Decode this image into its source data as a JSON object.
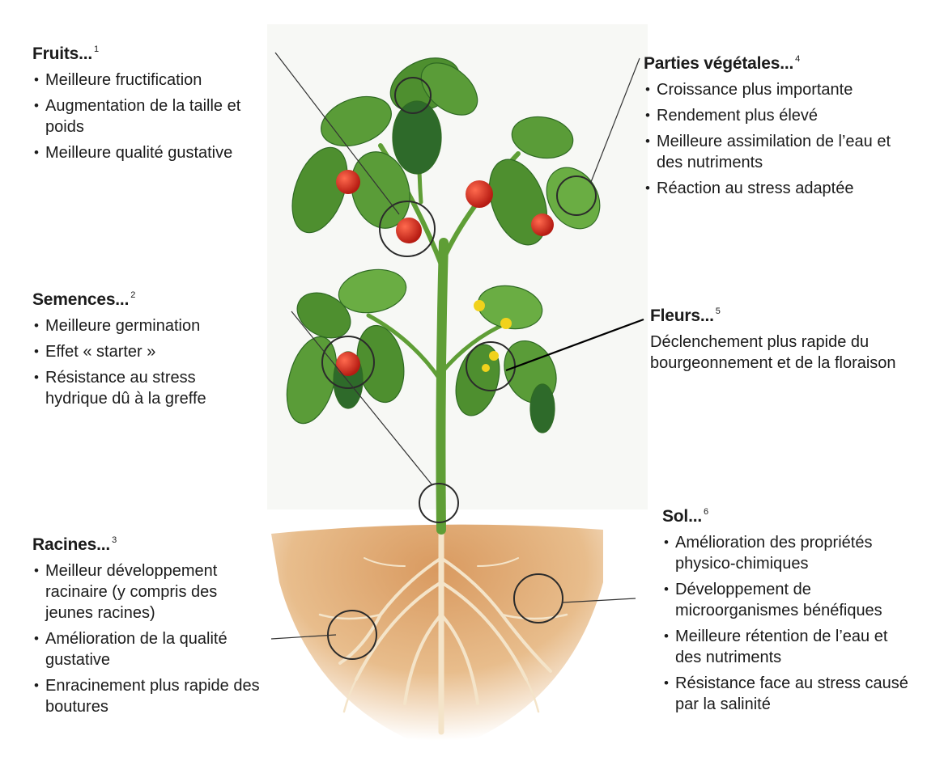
{
  "sections": {
    "fruits": {
      "title": "Fruits...",
      "note": "1",
      "items": [
        "Meilleure fructification",
        "Augmentation de la taille et poids",
        "Meilleure qualité gustative"
      ]
    },
    "semences": {
      "title": "Semences...",
      "note": "2",
      "items": [
        "Meilleure germination",
        "Effet « starter »",
        "Résistance au stress hydrique dû à la greffe"
      ]
    },
    "racines": {
      "title": "Racines...",
      "note": "3",
      "items": [
        "Meilleur développement racinaire (y compris des jeunes racines)",
        "Amélioration de la qualité gustative",
        "Enracinement plus rapide des boutures"
      ]
    },
    "parties": {
      "title": "Parties végétales...",
      "note": "4",
      "items": [
        "Croissance plus importante",
        "Rendement plus élevé",
        "Meilleure assimilation de l’eau et des nutriments",
        "Réaction au stress adaptée"
      ]
    },
    "fleurs": {
      "title": "Fleurs...",
      "note": "5",
      "text": "Déclenchement plus rapide du bourgeonnement et de la floraison"
    },
    "sol": {
      "title": "Sol...",
      "note": "6",
      "items": [
        "Amélioration des propriétés physico-chimiques",
        "Développement de microorganismes bénéfiques",
        "Meilleure rétention de l’eau et des nutriments",
        "Résistance face au stress causé par la salinité"
      ]
    }
  },
  "colors": {
    "stem": "#5f9e36",
    "leaf": "#4e8f2f",
    "leaf_dark": "#2e6a2a",
    "tomato": "#d42a1e",
    "flower": "#f1d21c",
    "soil": "#d9a873",
    "root": "#f3e2c8",
    "circle": "#2b2b2b"
  }
}
